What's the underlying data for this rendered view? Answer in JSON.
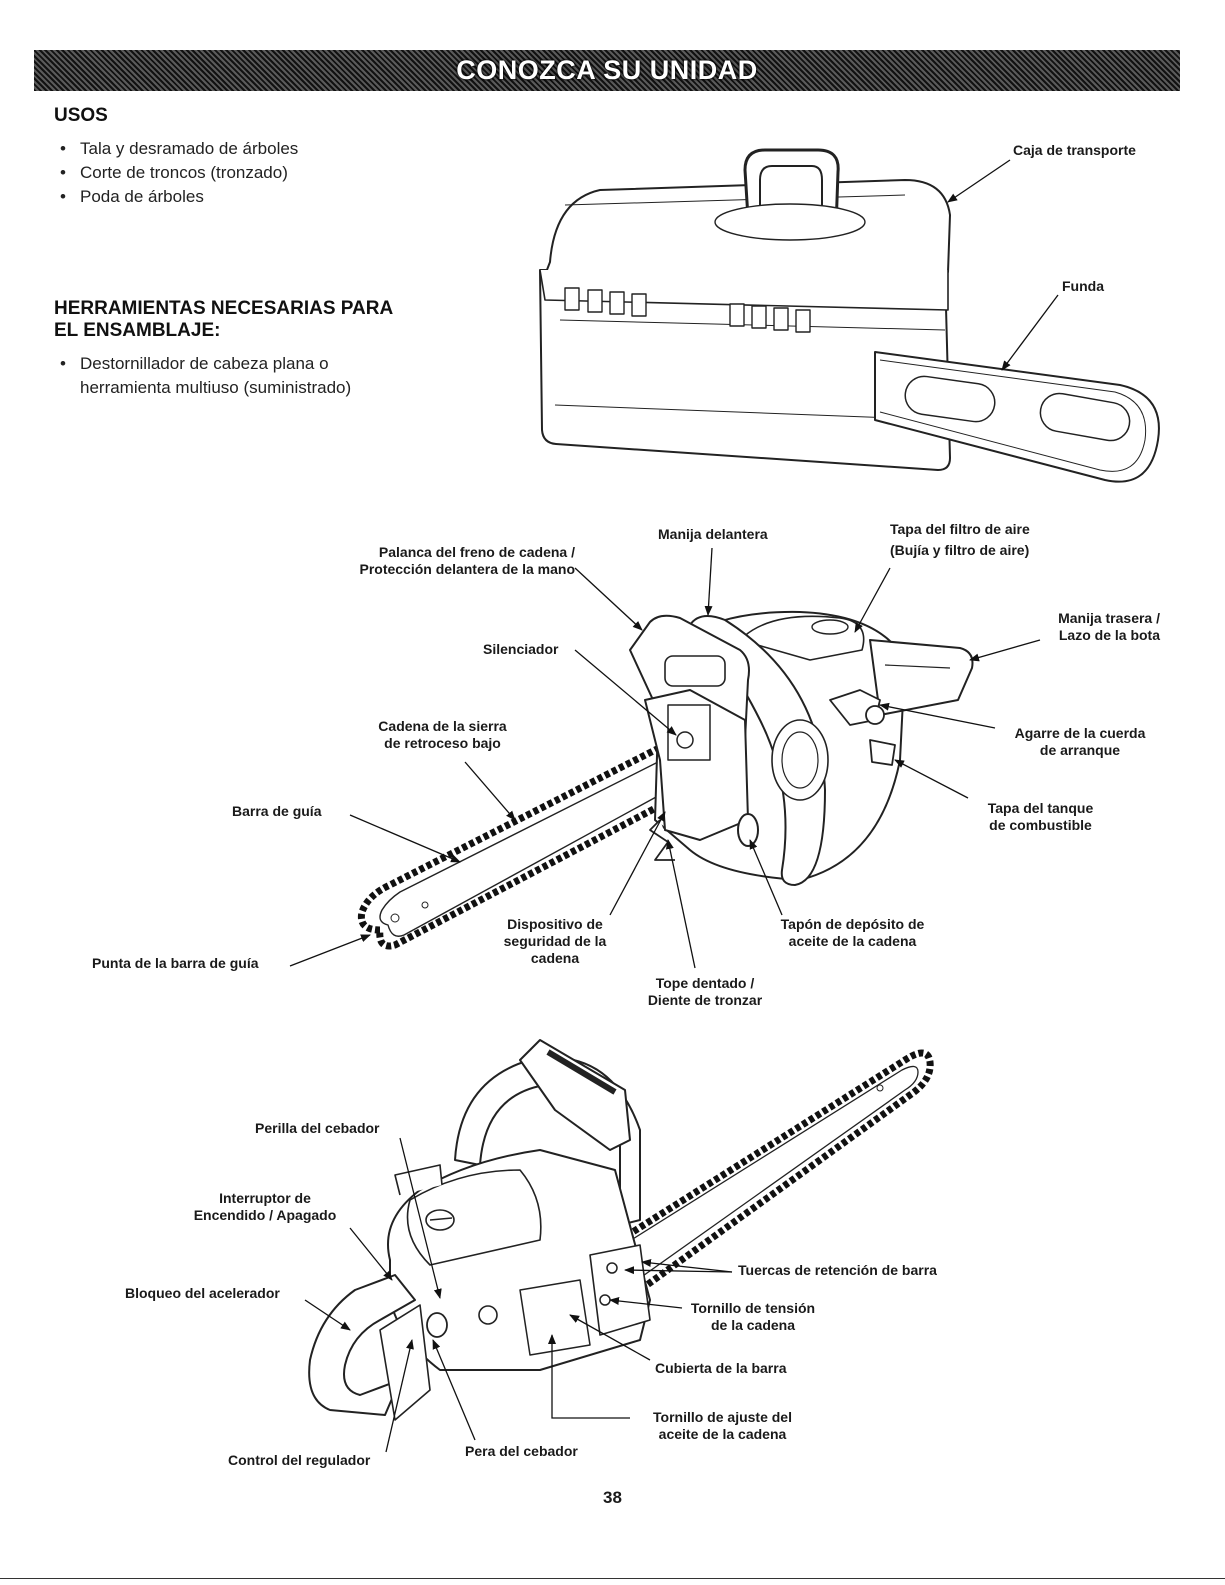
{
  "banner_title": "CONOZCA SU UNIDAD",
  "usos": {
    "heading": "USOS",
    "items": [
      "Tala y desramado de árboles",
      "Corte de troncos (tronzado)",
      "Poda de árboles"
    ]
  },
  "herramientas": {
    "heading_line1": "HERRAMIENTAS NECESARIAS PARA",
    "heading_line2": "EL ENSAMBLAJE:",
    "item_line1": "Destornillador de cabeza plana o",
    "item_line2": "herramienta multiuso (suministrado)"
  },
  "case_labels": {
    "caja": "Caja de transporte",
    "funda": "Funda"
  },
  "top_saw_labels": {
    "palanca_1": "Palanca del freno de cadena /",
    "palanca_2": "Protección delantera de la mano",
    "manija_delantera": "Manija delantera",
    "tapa_filtro_1": "Tapa del filtro de aire",
    "tapa_filtro_2": "(Bujía y filtro de aire)",
    "manija_trasera_1": "Manija trasera /",
    "manija_trasera_2": "Lazo de la bota",
    "silenciador": "Silenciador",
    "cadena_1": "Cadena de la sierra",
    "cadena_2": "de retroceso bajo",
    "agarre_1": "Agarre de la cuerda",
    "agarre_2": "de arranque",
    "barra": "Barra de guía",
    "tapa_tanque_1": "Tapa del tanque",
    "tapa_tanque_2": "de combustible",
    "punta": "Punta de la barra de guía",
    "dispositivo_1": "Dispositivo de",
    "dispositivo_2": "seguridad de la",
    "dispositivo_3": "cadena",
    "tapon_1": "Tapón de depósito de",
    "tapon_2": "aceite de la cadena",
    "tope_1": "Tope dentado /",
    "tope_2": "Diente de tronzar"
  },
  "bottom_saw_labels": {
    "perilla": "Perilla del cebador",
    "interruptor_1": "Interruptor de",
    "interruptor_2": "Encendido / Apagado",
    "bloqueo": "Bloqueo del acelerador",
    "tuercas": "Tuercas de retención de barra",
    "tornillo_tension_1": "Tornillo de tensión",
    "tornillo_tension_2": "de la cadena",
    "cubierta": "Cubierta de la barra",
    "tornillo_ajuste_1": "Tornillo de ajuste del",
    "tornillo_ajuste_2": "aceite de la cadena",
    "control": "Control del regulador",
    "pera": "Pera del cebador"
  },
  "page_number": "38"
}
